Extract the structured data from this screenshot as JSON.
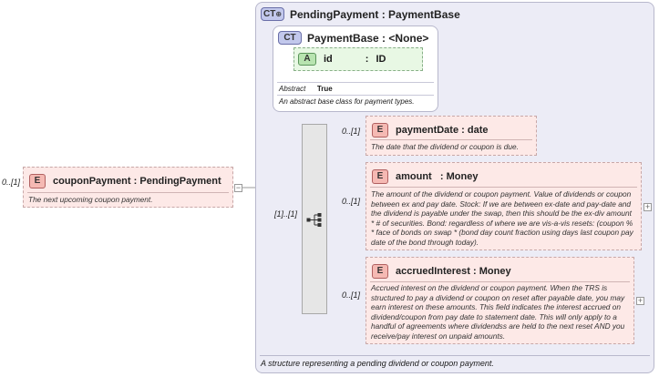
{
  "root_element": {
    "multiplicity": "0..[1]",
    "badge": "E",
    "name": "couponPayment",
    "type": "PendingPayment",
    "description": "The next upcoming coupon payment.",
    "collapse_symbol": "−"
  },
  "complex_type": {
    "badge": "CT",
    "name": "PendingPayment",
    "base": "PaymentBase",
    "description": "A structure representing a pending dividend or coupon payment."
  },
  "base_type": {
    "badge": "CT",
    "name": "PaymentBase",
    "base": "<None>",
    "attribute": {
      "badge": "A",
      "name": "id",
      "type": "ID"
    },
    "abstract_label": "Abstract",
    "abstract_value": "True",
    "description": "An abstract base class for payment types."
  },
  "sequence": {
    "multiplicity": "[1]..[1]"
  },
  "children": [
    {
      "multiplicity": "0..[1]",
      "badge": "E",
      "name": "paymentDate",
      "type": "date",
      "description": "The date that the dividend or coupon is due.",
      "expandable": false
    },
    {
      "multiplicity": "0..[1]",
      "badge": "E",
      "name": "amount",
      "type": "Money",
      "description": "The amount of the dividend or coupon payment. Value of dividends or coupon between ex and pay date. Stock: If we are between ex-date and pay-date and the dividend is payable under the swap, then this should be the ex-div amount * # of securities. Bond: regardless of where we are vis-a-vis resets: (coupon % * face of bonds on swap * (bond day count fraction using days last coupon pay date of the bond through today).",
      "expandable": true,
      "expand_symbol": "+"
    },
    {
      "multiplicity": "0..[1]",
      "badge": "E",
      "name": "accruedInterest",
      "type": "Money",
      "description": "Accrued interest on the dividend or coupon payment. When the TRS is structured to pay a dividend or coupon on reset after payable date, you may earn interest on these amounts. This field indicates the interest accrued on dividend/coupon from pay date to statement date. This will only apply to a handful of agreements where dividendss are held to the next reset AND you receive/pay interest on unpaid amounts.",
      "expandable": true,
      "expand_symbol": "+"
    }
  ],
  "colors": {
    "element_fill": "#fde9e7",
    "complex_type_fill": "#ececf6",
    "attribute_fill": "#e8f8e4",
    "sequence_fill": "#e6e6e6"
  }
}
